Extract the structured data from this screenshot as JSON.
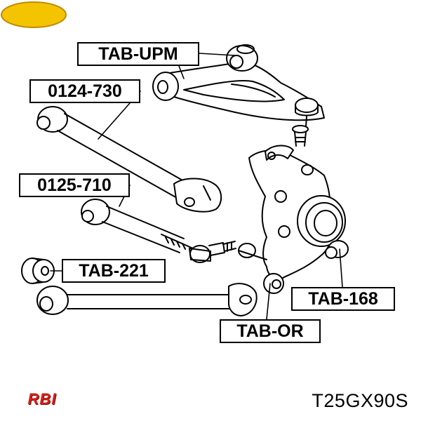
{
  "labels": {
    "upper_arm": "TAB-UPM",
    "link_730": "0124-730",
    "link_710": "0125-710",
    "bushing_221": "TAB-221",
    "bushing_168": "TAB-168",
    "bushing_or": "TAB-OR"
  },
  "brand": {
    "logo_text": "RBI",
    "logo_color": "#d3201a",
    "logo_bg": "#f5c400"
  },
  "part_number": "T25GX90S",
  "colors": {
    "line": "#000000",
    "background": "#ffffff"
  }
}
